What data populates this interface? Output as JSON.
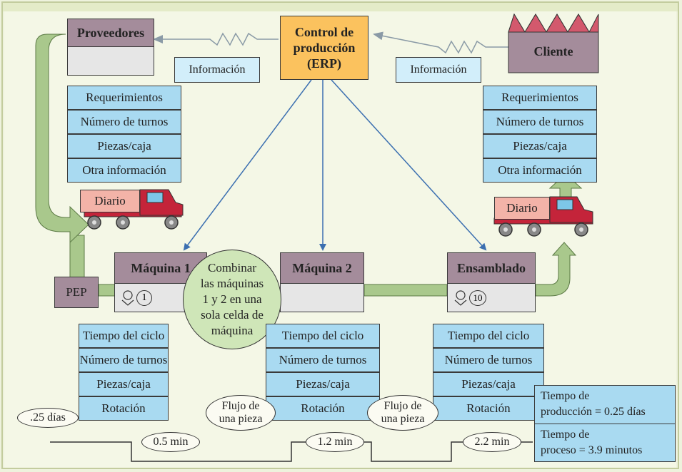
{
  "suppliers": {
    "title": "Proveedores"
  },
  "customer": {
    "title": "Cliente"
  },
  "erp": {
    "line1": "Control de",
    "line2": "producción",
    "line3": "(ERP)"
  },
  "info_labels": {
    "left": "Información",
    "right": "Información"
  },
  "supplier_info": [
    "Requerimientos",
    "Número de turnos",
    "Piezas/caja",
    "Otra información"
  ],
  "customer_info": [
    "Requerimientos",
    "Número de turnos",
    "Piezas/caja",
    "Otra información"
  ],
  "trucks": {
    "left_label": "Diario",
    "right_label": "Diario"
  },
  "pep": "PEP",
  "process1": {
    "title": "Máquina 1",
    "operators": "1"
  },
  "process2": {
    "title": "Máquina 2"
  },
  "process3": {
    "title": "Ensamblado",
    "operators": "10"
  },
  "kaizen": {
    "line1": "Combinar",
    "line2": "las máquinas",
    "line3": "1 y 2 en una",
    "line4": "sola celda de",
    "line5": "máquina"
  },
  "process1_data": [
    "Tiempo del ciclo",
    "Número de turnos",
    "Piezas/caja",
    "Rotación"
  ],
  "process2_data": [
    "Tiempo del ciclo",
    "Número de turnos",
    "Piezas/caja",
    "Rotación"
  ],
  "process3_data": [
    "Tiempo del ciclo",
    "Número de turnos",
    "Piezas/caja",
    "Rotación"
  ],
  "flow_labels": {
    "first": [
      "Flujo de",
      "una pieza"
    ],
    "second": [
      "Flujo de",
      "una pieza"
    ]
  },
  "timeline": {
    "days": ".25 días",
    "t1": "0.5 min",
    "t2": "1.2 min",
    "t3": "2.2 min"
  },
  "summary": {
    "production_l1": "Tiempo de",
    "production_l2": "producción = 0.25 días",
    "process_l1": "Tiempo de",
    "process_l2": "proceso = 3.9 minutos"
  },
  "colors": {
    "erp": "#fbc25e",
    "blue": "#a9daf1",
    "purple": "#a48c9b",
    "roof": "#d3596d",
    "arrow": "#a9c88c",
    "truck_cab": "#c4243a",
    "truck_box": "#f3b3a8"
  }
}
